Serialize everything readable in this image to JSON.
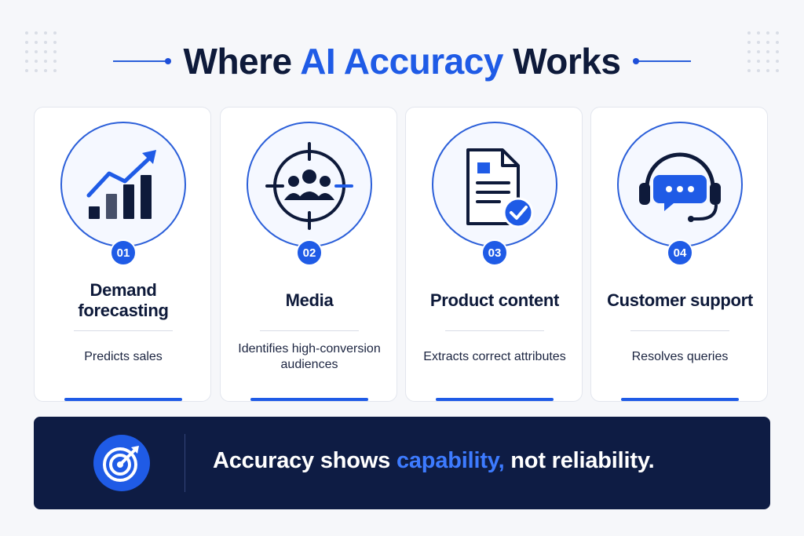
{
  "title": {
    "prefix": "Where",
    "accent": "AI Accuracy",
    "suffix": "Works"
  },
  "cards": [
    {
      "number": "01",
      "title": "Demand forecasting",
      "description": "Predicts sales",
      "icon": "chart-up-icon"
    },
    {
      "number": "02",
      "title": "Media",
      "description": "Identifies high-conversion audiences",
      "icon": "target-audience-icon"
    },
    {
      "number": "03",
      "title": "Product content",
      "description": "Extracts correct attributes",
      "icon": "document-check-icon"
    },
    {
      "number": "04",
      "title": "Customer support",
      "description": "Resolves queries",
      "icon": "headset-chat-icon"
    }
  ],
  "banner": {
    "icon": "target-arrow-icon",
    "text_before": "Accuracy shows",
    "text_highlight": "capability,",
    "text_after": "not reliability."
  },
  "colors": {
    "accent": "#1f5be6",
    "navy": "#0e1c44",
    "background": "#f6f7fa"
  }
}
